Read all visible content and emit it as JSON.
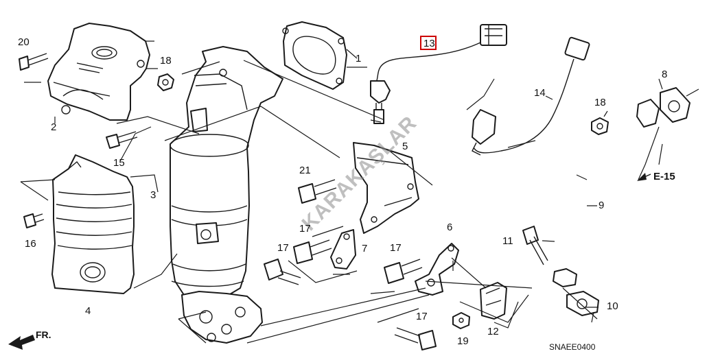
{
  "diagram": {
    "callouts": {
      "c1": "1",
      "c2": "2",
      "c3": "3",
      "c4": "4",
      "c5": "5",
      "c6": "6",
      "c7": "7",
      "c8": "8",
      "c9": "9",
      "c10": "10",
      "c11": "11",
      "c12": "12",
      "c13": "13",
      "c14": "14",
      "c15": "15",
      "c16": "16",
      "c17a": "17",
      "c17b": "17",
      "c17c": "17",
      "c17d": "17",
      "c18a": "18",
      "c18b": "18",
      "c19": "19",
      "c20": "20",
      "c21": "21"
    },
    "highlighted_callout": "13",
    "reference_label": "E-15",
    "front_arrow_label": "FR.",
    "diagram_code": "SNAEE0400",
    "watermark": "KARAKAŞLAR",
    "highlight_color": "#cc0000"
  }
}
